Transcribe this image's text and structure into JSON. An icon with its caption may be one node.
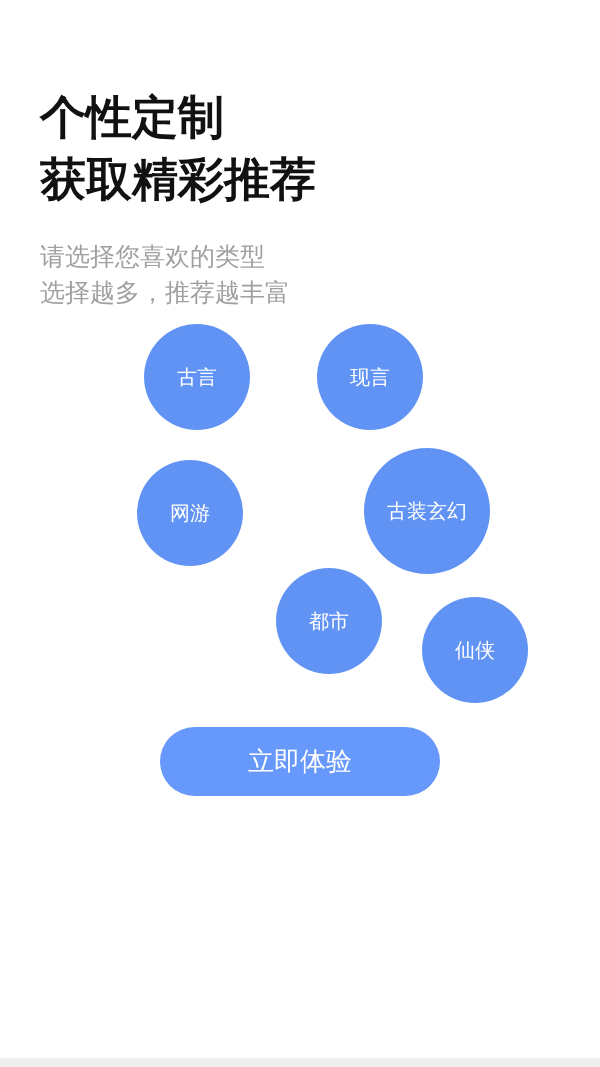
{
  "diagram": {
    "title": "个性定制获取精彩推荐",
    "nodes": [
      {
        "text": [
          "古言"
        ]
      },
      {
        "text": [
          "现言"
        ]
      },
      {
        "text": [
          "网游"
        ]
      },
      {
        "text": [
          "古装玄幻"
        ]
      },
      {
        "text": [
          "都市"
        ]
      },
      {
        "text": [
          "仙侠"
        ]
      },
      {
        "text": [
          "立即体验"
        ]
      }
    ],
    "edges": [],
    "labels": [
      "请选择您喜欢的类型",
      "选择越多，推荐越丰富"
    ]
  }
}
